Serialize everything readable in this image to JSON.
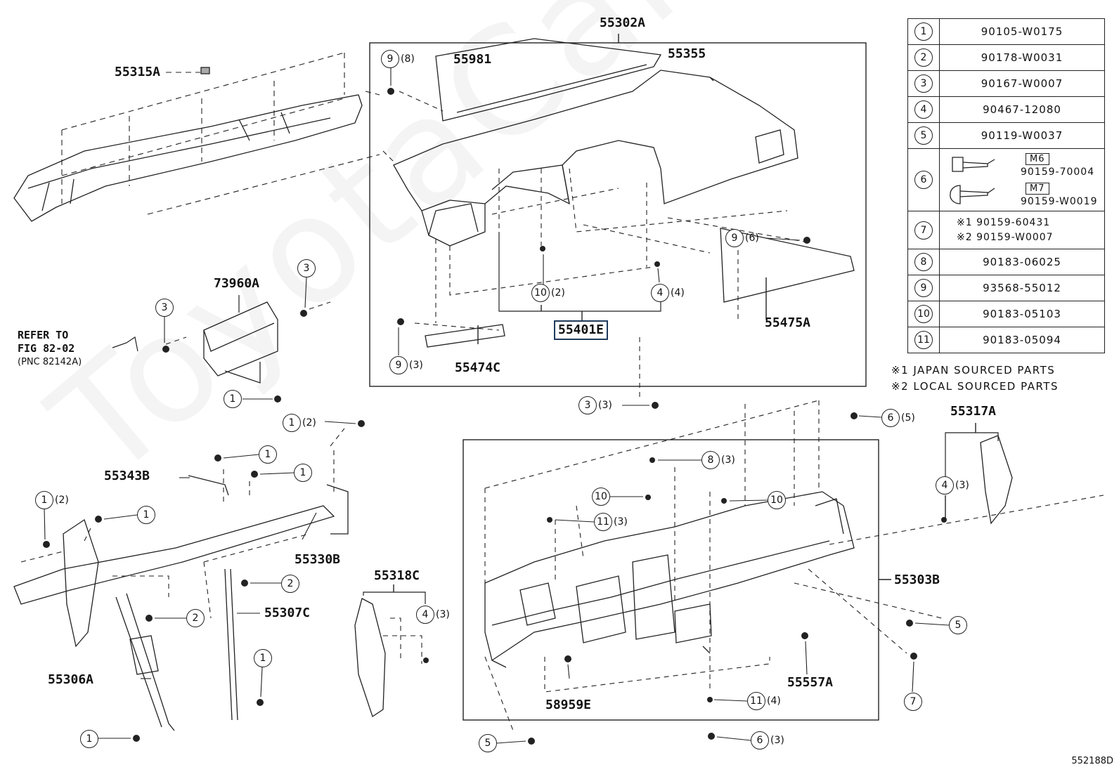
{
  "diagram": {
    "refer": {
      "line1": "REFER TO",
      "line2": "FIG 82-02",
      "line3": "(PNC 82142A)"
    },
    "diagram_code": "552188D",
    "watermark": "ToyotaCalMine",
    "labels": {
      "l55302A": "55302A",
      "l55315A": "55315A",
      "l55981": "55981",
      "l55355": "55355",
      "l73960A": "73960A",
      "l55401E": "55401E",
      "l55474C": "55474C",
      "l55475A": "55475A",
      "l55343B": "55343B",
      "l55330B": "55330B",
      "l55307C": "55307C",
      "l55306A": "55306A",
      "l55318C": "55318C",
      "l58959E": "58959E",
      "l55557A": "55557A",
      "l55303B": "55303B",
      "l55317A": "55317A"
    },
    "callouts": [
      {
        "n": "9",
        "q": "(8)"
      },
      {
        "n": "9",
        "q": "(6)"
      },
      {
        "n": "10",
        "q": "(2)"
      },
      {
        "n": "4",
        "q": "(4)"
      },
      {
        "n": "9",
        "q": "(3)"
      },
      {
        "n": "3",
        "q": ""
      },
      {
        "n": "3",
        "q": ""
      },
      {
        "n": "1",
        "q": ""
      },
      {
        "n": "3",
        "q": "(3)"
      },
      {
        "n": "1",
        "q": "(2)"
      },
      {
        "n": "1",
        "q": ""
      },
      {
        "n": "1",
        "q": ""
      },
      {
        "n": "1",
        "q": "(2)"
      },
      {
        "n": "1",
        "q": ""
      },
      {
        "n": "2",
        "q": ""
      },
      {
        "n": "2",
        "q": ""
      },
      {
        "n": "1",
        "q": ""
      },
      {
        "n": "1",
        "q": ""
      },
      {
        "n": "6",
        "q": "(5)"
      },
      {
        "n": "8",
        "q": "(3)"
      },
      {
        "n": "10",
        "q": ""
      },
      {
        "n": "10",
        "q": ""
      },
      {
        "n": "11",
        "q": "(3)"
      },
      {
        "n": "4",
        "q": "(3)"
      },
      {
        "n": "4",
        "q": "(3)"
      },
      {
        "n": "5",
        "q": ""
      },
      {
        "n": "7",
        "q": ""
      },
      {
        "n": "11",
        "q": "(4)"
      },
      {
        "n": "5",
        "q": ""
      },
      {
        "n": "6",
        "q": "(3)"
      }
    ]
  },
  "parts_table": [
    {
      "n": "1",
      "part": "90105-W0175"
    },
    {
      "n": "2",
      "part": "90178-W0031"
    },
    {
      "n": "3",
      "part": "90167-W0007"
    },
    {
      "n": "4",
      "part": "90467-12080"
    },
    {
      "n": "5",
      "part": "90119-W0037"
    },
    {
      "n": "6",
      "m6": "M6",
      "part_a": "90159-70004",
      "m7": "M7",
      "part_b": "90159-W0019"
    },
    {
      "n": "7",
      "line1": "※1 90159-60431",
      "line2": "※2 90159-W0007"
    },
    {
      "n": "8",
      "part": "90183-06025"
    },
    {
      "n": "9",
      "part": "93568-55012"
    },
    {
      "n": "10",
      "part": "90183-05103"
    },
    {
      "n": "11",
      "part": "90183-05094"
    }
  ],
  "notes": {
    "n1": "※1 JAPAN SOURCED PARTS",
    "n2": "※2 LOCAL SOURCED PARTS"
  }
}
